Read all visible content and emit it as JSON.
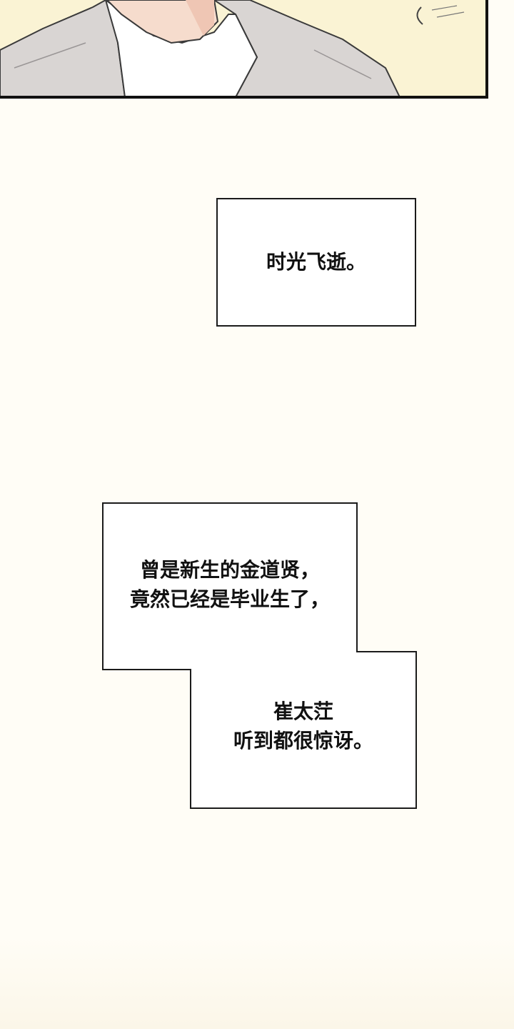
{
  "colors": {
    "page_background": "#fffdf6",
    "box_fill": "#ffffff",
    "ink": "#111111",
    "panel_background": "#faf3d4",
    "jacket": "#d9d5d3",
    "skin": "#f6dccd"
  },
  "narration_1": {
    "text": "时光飞逝。"
  },
  "narration_2": {
    "line_a": "曾是新生的金道贤，\n竟然已经是毕业生了，",
    "line_b": "崔太茳\n听到都很惊讶。"
  },
  "top_panel": {
    "icon": "character-illustration"
  }
}
